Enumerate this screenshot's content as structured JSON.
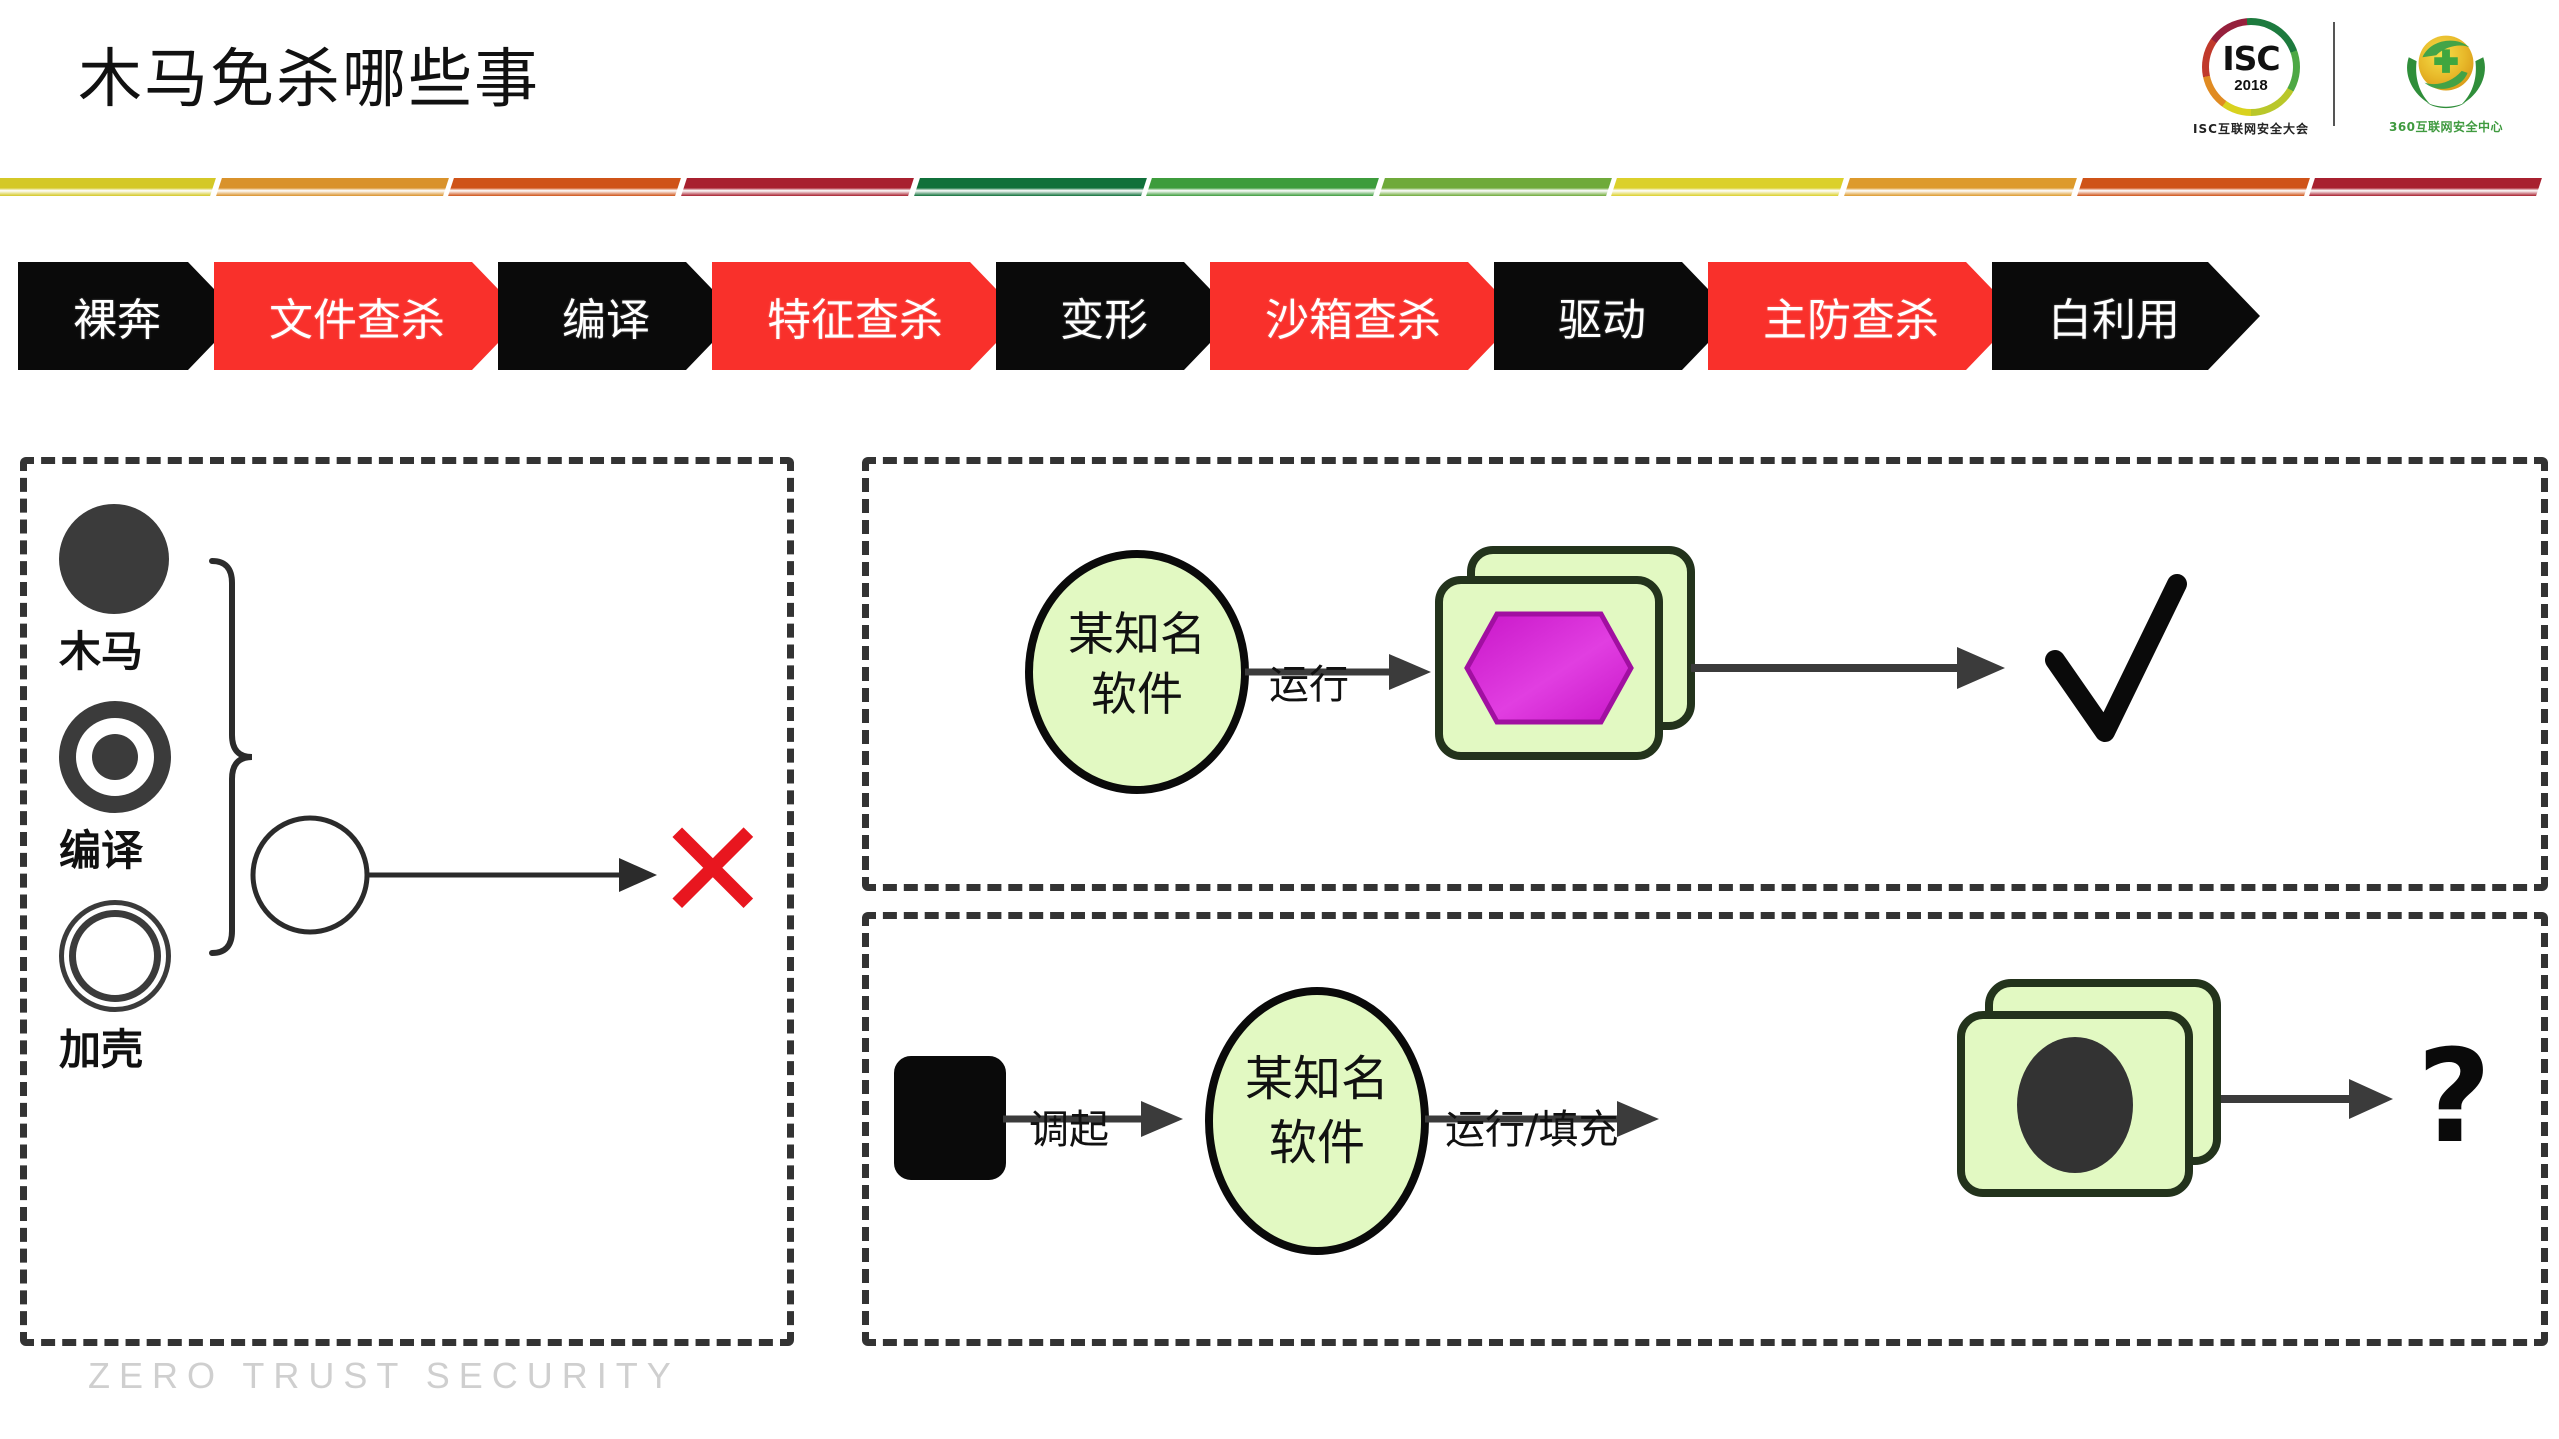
{
  "header": {
    "title": "木马免杀哪些事",
    "isc_logo": {
      "word": "ISC",
      "year": "2018",
      "caption": "ISC互联网安全大会"
    },
    "logo360": {
      "caption": "360互联网安全中心"
    }
  },
  "divider": {
    "colors": [
      "#d4c827",
      "#d9922b",
      "#cf5318",
      "#a8202f",
      "#10703a",
      "#3d9c3c",
      "#6faa3a",
      "#dbd02b",
      "#dd9a2c",
      "#cf5318",
      "#a8202f"
    ]
  },
  "chevrons": [
    {
      "label": "裸奔",
      "color": "#0a0a0a",
      "kind": "black"
    },
    {
      "label": "文件查杀",
      "color": "#f9302b",
      "kind": "red"
    },
    {
      "label": "编译",
      "color": "#0a0a0a",
      "kind": "black"
    },
    {
      "label": "特征查杀",
      "color": "#f9302b",
      "kind": "red"
    },
    {
      "label": "变形",
      "color": "#0a0a0a",
      "kind": "black"
    },
    {
      "label": "沙箱查杀",
      "color": "#f9302b",
      "kind": "red"
    },
    {
      "label": "驱动",
      "color": "#0a0a0a",
      "kind": "black"
    },
    {
      "label": "主防查杀",
      "color": "#f9302b",
      "kind": "red"
    },
    {
      "label": "白利用",
      "color": "#0a0a0a",
      "kind": "black"
    }
  ],
  "panel_left": {
    "icons": [
      {
        "label": "木马",
        "shape": "solid-disc"
      },
      {
        "label": "编译",
        "shape": "donut"
      },
      {
        "label": "加壳",
        "shape": "double-ring"
      }
    ],
    "result": "✕",
    "result_color": "#e8161f"
  },
  "panel_top_right": {
    "node_label": "某知名软件",
    "node_line1": "某知名",
    "node_line2": "软件",
    "edge_label": "运行",
    "card_shape": "hexagon",
    "card_fill": "#e2f9c2",
    "hex_fill": "#d41fd4",
    "result": "✔",
    "result_color": "#0a0a0a"
  },
  "panel_bottom_right": {
    "start_shape": "black-rounded-square",
    "edge_label_1": "调起",
    "node_line1": "某知名",
    "node_line2": "软件",
    "edge_label_2": "运行/填充",
    "card_shape": "ellipse",
    "card_fill": "#e2f9c2",
    "ellipse_fill": "#333333",
    "result": "?",
    "result_color": "#0a0a0a"
  },
  "footer": {
    "text": "ZERO TRUST SECURITY"
  }
}
